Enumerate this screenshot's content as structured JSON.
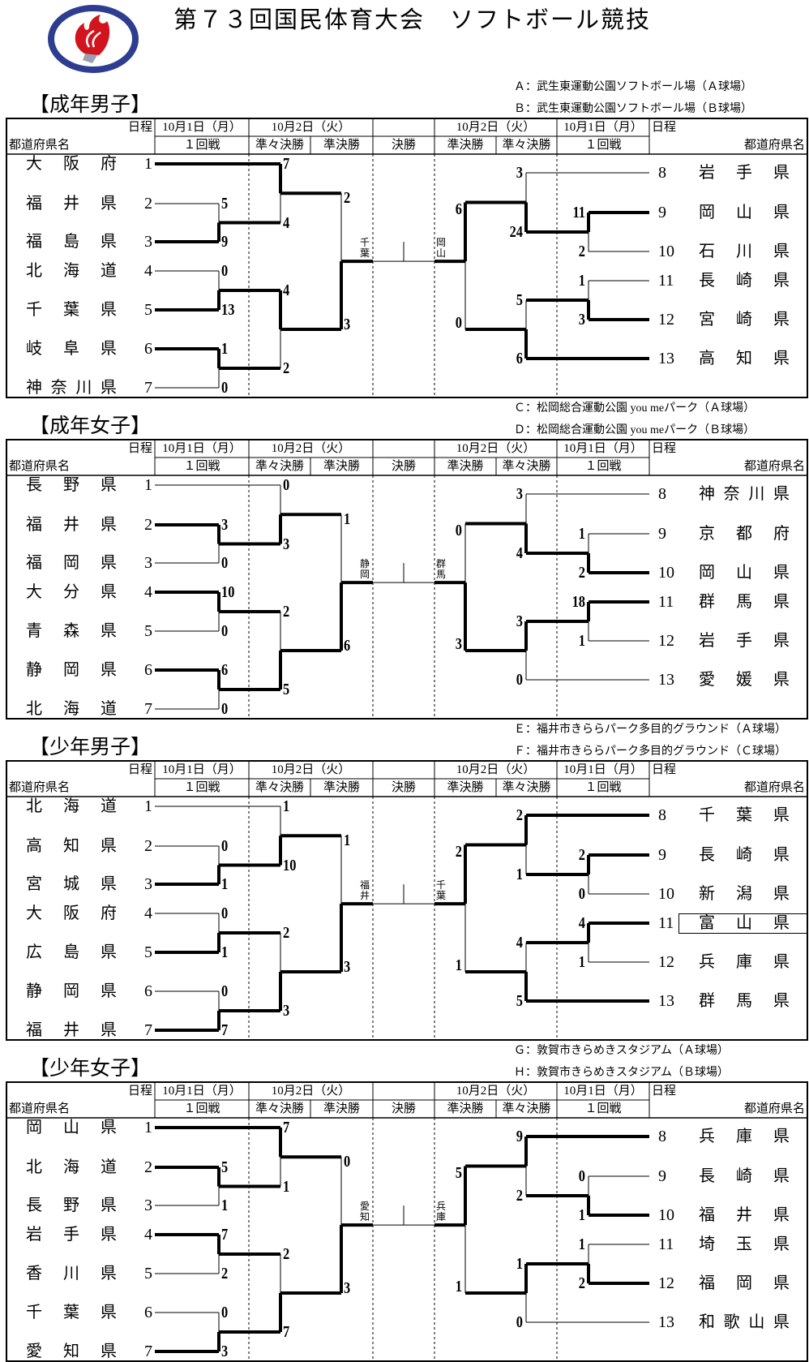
{
  "page_title": "第７３回国民体育大会　ソフトボール競技",
  "logo": {
    "icon": "kokutai-flame-logo",
    "ring_color": "#2e3d8f",
    "flame_color": "#d2141e"
  },
  "header": {
    "schedule": "日程",
    "prefecture": "都道府県名",
    "day1": "10月1日（月）",
    "day2": "10月2日（火）",
    "round1": "１回戦",
    "quarterfinal": "準々決勝",
    "semifinal": "準決勝",
    "final": "決勝"
  },
  "sections": [
    {
      "title": "【成年男子】",
      "venues": [
        "Ａ：武生東運動公園ソフトボール場（Ａ球場）",
        "Ｂ：武生東運動公園ソフトボール場（Ｂ球場）"
      ],
      "left_teams": [
        {
          "no": "1",
          "name": "大阪府"
        },
        {
          "no": "2",
          "name": "福井県"
        },
        {
          "no": "3",
          "name": "福島県"
        },
        {
          "no": "4",
          "name": "北海道"
        },
        {
          "no": "5",
          "name": "千葉県"
        },
        {
          "no": "6",
          "name": "岐阜県"
        },
        {
          "no": "7",
          "name": "神奈川県"
        }
      ],
      "right_teams": [
        {
          "no": "8",
          "name": "岩手県"
        },
        {
          "no": "9",
          "name": "岡山県"
        },
        {
          "no": "10",
          "name": "石川県"
        },
        {
          "no": "11",
          "name": "長崎県"
        },
        {
          "no": "12",
          "name": "宮崎県"
        },
        {
          "no": "13",
          "name": "高知県"
        }
      ],
      "left_scores": {
        "r1": [
          [
            5,
            9
          ],
          [
            0,
            13
          ],
          [
            1,
            0
          ]
        ],
        "qf": [
          [
            7,
            4
          ],
          [
            4,
            2
          ]
        ],
        "sf": [
          2,
          3
        ]
      },
      "right_scores": {
        "r1": [
          [
            11,
            2
          ],
          [
            1,
            3
          ]
        ],
        "qf": [
          [
            3,
            24
          ],
          [
            5,
            6
          ]
        ],
        "sf": [
          6,
          0
        ]
      },
      "finalists": [
        "千葉",
        "岡山"
      ]
    },
    {
      "title": "【成年女子】",
      "venues": [
        "Ｃ：松岡総合運動公園 you meパーク（Ａ球場）",
        "Ｄ：松岡総合運動公園 you meパーク（Ｂ球場）"
      ],
      "left_teams": [
        {
          "no": "1",
          "name": "長野県"
        },
        {
          "no": "2",
          "name": "福井県"
        },
        {
          "no": "3",
          "name": "福岡県"
        },
        {
          "no": "4",
          "name": "大分県"
        },
        {
          "no": "5",
          "name": "青森県"
        },
        {
          "no": "6",
          "name": "静岡県"
        },
        {
          "no": "7",
          "name": "北海道"
        }
      ],
      "right_teams": [
        {
          "no": "8",
          "name": "神奈川県"
        },
        {
          "no": "9",
          "name": "京都府"
        },
        {
          "no": "10",
          "name": "岡山県"
        },
        {
          "no": "11",
          "name": "群馬県"
        },
        {
          "no": "12",
          "name": "岩手県"
        },
        {
          "no": "13",
          "name": "愛媛県"
        }
      ],
      "left_scores": {
        "r1": [
          [
            3,
            0
          ],
          [
            10,
            0
          ],
          [
            6,
            0
          ]
        ],
        "qf": [
          [
            0,
            3
          ],
          [
            2,
            5
          ]
        ],
        "sf": [
          1,
          6
        ]
      },
      "right_scores": {
        "r1": [
          [
            1,
            2
          ],
          [
            18,
            1
          ]
        ],
        "qf": [
          [
            3,
            4
          ],
          [
            3,
            0
          ]
        ],
        "sf": [
          0,
          3
        ]
      },
      "finalists": [
        "静岡",
        "群馬"
      ]
    },
    {
      "title": "【少年男子】",
      "venues": [
        "Ｅ：福井市きららパーク多目的グラウンド（Ａ球場）",
        "Ｆ：福井市きららパーク多目的グラウンド（Ｃ球場）"
      ],
      "left_teams": [
        {
          "no": "1",
          "name": "北海道"
        },
        {
          "no": "2",
          "name": "高知県"
        },
        {
          "no": "3",
          "name": "宮城県"
        },
        {
          "no": "4",
          "name": "大阪府"
        },
        {
          "no": "5",
          "name": "広島県"
        },
        {
          "no": "6",
          "name": "静岡県"
        },
        {
          "no": "7",
          "name": "福井県"
        }
      ],
      "right_teams": [
        {
          "no": "8",
          "name": "千葉県"
        },
        {
          "no": "9",
          "name": "長崎県"
        },
        {
          "no": "10",
          "name": "新潟県"
        },
        {
          "no": "11",
          "name": "富山県"
        },
        {
          "no": "12",
          "name": "兵庫県"
        },
        {
          "no": "13",
          "name": "群馬県"
        }
      ],
      "left_scores": {
        "r1": [
          [
            0,
            1
          ],
          [
            0,
            1
          ],
          [
            0,
            7
          ]
        ],
        "qf": [
          [
            1,
            10
          ],
          [
            2,
            3
          ]
        ],
        "sf": [
          1,
          3
        ]
      },
      "right_scores": {
        "r1": [
          [
            2,
            0
          ],
          [
            4,
            1
          ]
        ],
        "qf": [
          [
            2,
            1
          ],
          [
            4,
            5
          ]
        ],
        "sf": [
          2,
          1
        ]
      },
      "finalists": [
        "福井",
        "千葉"
      ],
      "highlighted_right_index": 3
    },
    {
      "title": "【少年女子】",
      "venues": [
        "Ｇ：敦賀市きらめきスタジアム（Ａ球場）",
        "Ｈ：敦賀市きらめきスタジアム（Ｂ球場）"
      ],
      "left_teams": [
        {
          "no": "1",
          "name": "岡山県"
        },
        {
          "no": "2",
          "name": "北海道"
        },
        {
          "no": "3",
          "name": "長野県"
        },
        {
          "no": "4",
          "name": "岩手県"
        },
        {
          "no": "5",
          "name": "香川県"
        },
        {
          "no": "6",
          "name": "千葉県"
        },
        {
          "no": "7",
          "name": "愛知県"
        }
      ],
      "right_teams": [
        {
          "no": "8",
          "name": "兵庫県"
        },
        {
          "no": "9",
          "name": "長崎県"
        },
        {
          "no": "10",
          "name": "福井県"
        },
        {
          "no": "11",
          "name": "埼玉県"
        },
        {
          "no": "12",
          "name": "福岡県"
        },
        {
          "no": "13",
          "name": "和歌山県"
        }
      ],
      "left_scores": {
        "r1": [
          [
            5,
            1
          ],
          [
            7,
            2
          ],
          [
            0,
            3
          ]
        ],
        "qf": [
          [
            7,
            1
          ],
          [
            2,
            7
          ]
        ],
        "sf": [
          0,
          3
        ]
      },
      "right_scores": {
        "r1": [
          [
            0,
            1
          ],
          [
            1,
            2
          ]
        ],
        "qf": [
          [
            9,
            2
          ],
          [
            1,
            0
          ]
        ],
        "sf": [
          5,
          1
        ]
      },
      "finalists": [
        "愛知",
        "兵庫"
      ]
    }
  ]
}
